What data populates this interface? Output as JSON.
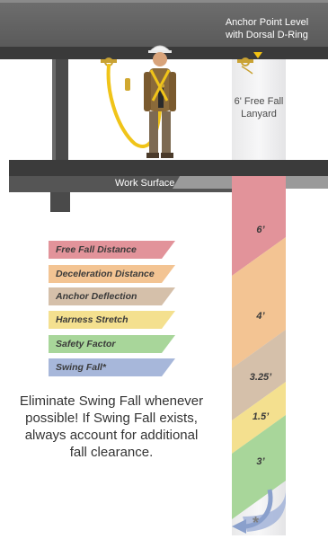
{
  "anchor": {
    "line1": "Anchor Point Level",
    "line2": "with Dorsal D-Ring"
  },
  "lanyard": {
    "line1": "6' Free Fall",
    "line2": "Lanyard"
  },
  "work_surface": "Work Surface",
  "legend": [
    {
      "label": "Free Fall Distance",
      "color": "#e2939a"
    },
    {
      "label": "Deceleration Distance",
      "color": "#f3c493"
    },
    {
      "label": "Anchor Deflection",
      "color": "#d5c0aa"
    },
    {
      "label": "Harness Stretch",
      "color": "#f4e08f"
    },
    {
      "label": "Safety Factor",
      "color": "#a8d69a"
    },
    {
      "label": "Swing Fall*",
      "color": "#a7b7da"
    }
  ],
  "segments": [
    {
      "value": "6’"
    },
    {
      "value": "4’"
    },
    {
      "value": "3.25’"
    },
    {
      "value": "1.5’"
    },
    {
      "value": "3’"
    }
  ],
  "swing_symbol": "*",
  "note": {
    "line1": "Eliminate Swing Fall whenever",
    "line2": "possible! If Swing Fall exists,",
    "line3": "always account for additional",
    "line4": "fall clearance."
  }
}
